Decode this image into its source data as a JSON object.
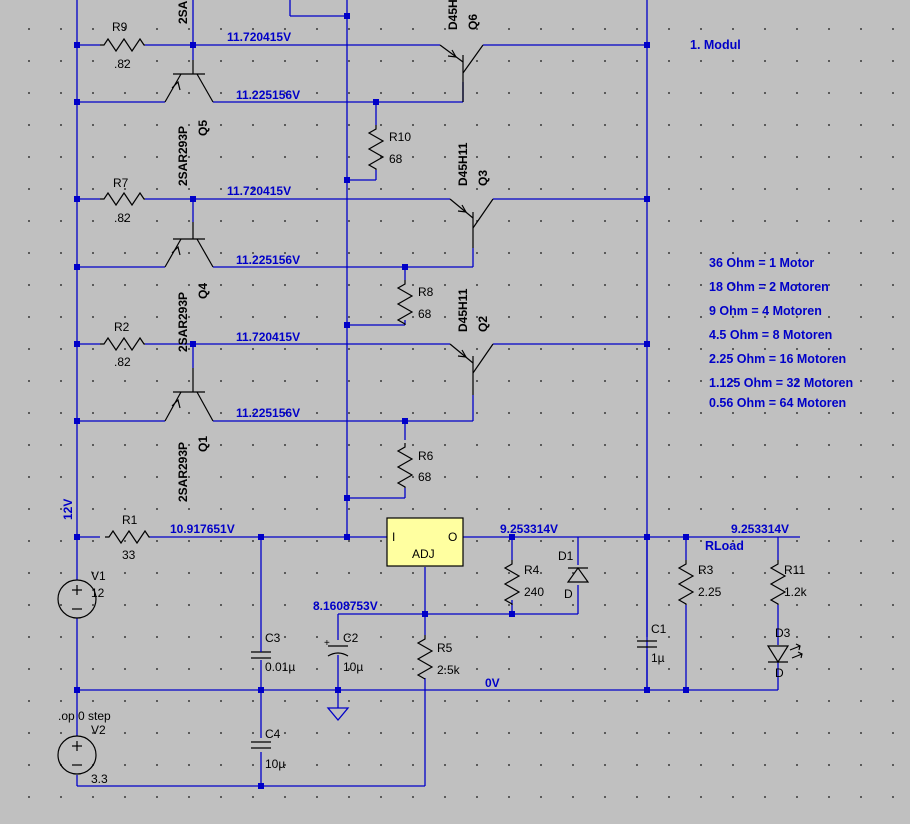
{
  "module_label": "1. Modul",
  "notes": [
    "36 Ohm = 1 Motor",
    "18 Ohm = 2 Motoren",
    "9 Ohm = 4 Motoren",
    "4.5 Ohm = 8 Motoren",
    "2.25 Ohm = 16 Motoren",
    "1.125 Ohm = 32 Motoren",
    "0.56 Ohm = 64 Motoren"
  ],
  "voltages": {
    "v1": "11.720415V",
    "v2": "11.225156V",
    "v3": "11.720415V",
    "v4": "11.225156V",
    "v5": "11.720415V",
    "v6": "11.225156V",
    "v_r1": "10.917651V",
    "v_out": "9.253314V",
    "v_out2": "9.253314V",
    "v_adj": "8.1608753V",
    "v_gnd": "0V",
    "v_supply": "12V"
  },
  "components": {
    "R9": {
      "name": "R9",
      "value": ".82"
    },
    "R7": {
      "name": "R7",
      "value": ".82"
    },
    "R2": {
      "name": "R2",
      "value": ".82"
    },
    "R1": {
      "name": "R1",
      "value": "33"
    },
    "R10": {
      "name": "R10",
      "value": "68"
    },
    "R8": {
      "name": "R8",
      "value": "68"
    },
    "R6": {
      "name": "R6",
      "value": "68"
    },
    "R4": {
      "name": "R4",
      "value": "240"
    },
    "R5": {
      "name": "R5",
      "value": "2.5k"
    },
    "R3": {
      "name": "R3",
      "value": "2.25"
    },
    "R11": {
      "name": "R11",
      "value": "1.2k"
    },
    "RLoad": "RLoad",
    "C1": {
      "name": "C1",
      "value": "1µ"
    },
    "C2": {
      "name": "C2",
      "value": "10µ"
    },
    "C3": {
      "name": "C3",
      "value": "0.01µ"
    },
    "C4": {
      "name": "C4",
      "value": "10µ"
    },
    "V1": {
      "name": "V1",
      "value": "12"
    },
    "V2": {
      "name": "V2",
      "value": "3.3"
    },
    "op": ".op 0 step",
    "D1": {
      "name": "D1",
      "value": "D"
    },
    "D3": {
      "name": "D3",
      "value": "D"
    },
    "Q6": {
      "name": "Q6",
      "model": "D45H"
    },
    "Q3": {
      "name": "Q3",
      "model": "D45H11"
    },
    "Q2": {
      "name": "Q2",
      "model": "D45H11"
    },
    "Q5": {
      "name": "Q5",
      "model": "2SAR293P"
    },
    "Q4": {
      "name": "Q4",
      "model": "2SAR293P"
    },
    "Q1": {
      "name": "Q1",
      "model": "2SAR293P"
    },
    "Q_top": {
      "model": "2SA"
    },
    "reg_in": "I",
    "reg_out": "O",
    "reg_adj": "ADJ"
  }
}
